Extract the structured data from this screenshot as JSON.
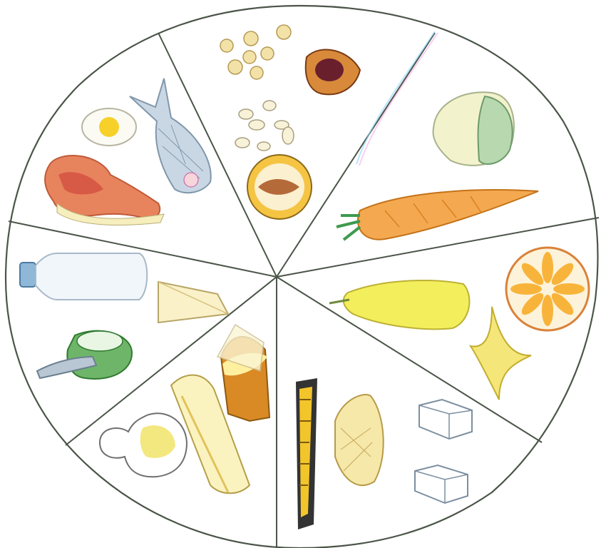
{
  "image": {
    "kind": "food-wheel-illustration",
    "background_color": "#ffffff",
    "outline_color": "#4a5548",
    "sectors": [
      {
        "id": "meat-fish-egg",
        "items": [
          "meat-icon",
          "fish-icon",
          "egg-icon"
        ]
      },
      {
        "id": "nuts-legumes",
        "items": [
          "chickpeas-icon",
          "chestnut-icon",
          "beans-icon",
          "walnut-icon"
        ]
      },
      {
        "id": "vegetables",
        "items": [
          "cauliflower-icon",
          "carrot-icon"
        ]
      },
      {
        "id": "fruits",
        "items": [
          "orange-slice-icon",
          "pear-icon",
          "banana-icon"
        ]
      },
      {
        "id": "cereals-sugar",
        "items": [
          "corn-cob-icon",
          "bread-roll-icon",
          "sugar-cube-icon",
          "sugar-cube-icon"
        ]
      },
      {
        "id": "fats",
        "items": [
          "butter-block-icon",
          "bacon-slices-icon",
          "oil-jug-icon"
        ]
      },
      {
        "id": "dairy",
        "items": [
          "milk-bottle-icon",
          "cheese-wedge-icon",
          "yogurt-cup-icon"
        ]
      }
    ]
  }
}
